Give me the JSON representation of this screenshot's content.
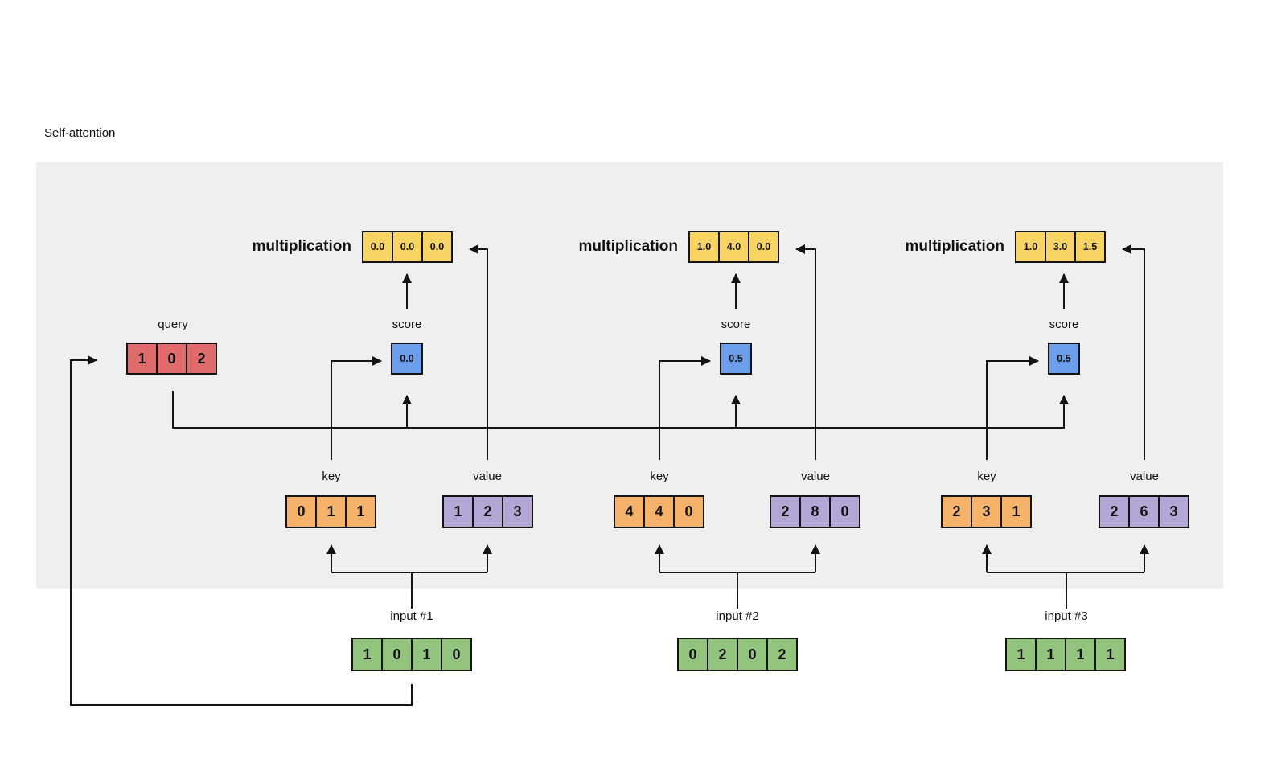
{
  "title": "Self-attention",
  "colors": {
    "panel": "#efefef",
    "yellow": "#f8d464",
    "blue": "#6d9eeb",
    "red": "#df6b6b",
    "orange": "#f5b26b",
    "purple": "#b4a7d6",
    "green": "#93c47d",
    "line": "#141414"
  },
  "query": {
    "label": "query",
    "cells": [
      "1",
      "0",
      "2"
    ]
  },
  "columns": [
    {
      "multiplication_label": "multiplication",
      "multiplication_cells": [
        "0.0",
        "0.0",
        "0.0"
      ],
      "score_label": "score",
      "score_value": "0.0",
      "key_label": "key",
      "key_cells": [
        "0",
        "1",
        "1"
      ],
      "value_label": "value",
      "value_cells": [
        "1",
        "2",
        "3"
      ],
      "input_label": "input #1",
      "input_cells": [
        "1",
        "0",
        "1",
        "0"
      ]
    },
    {
      "multiplication_label": "multiplication",
      "multiplication_cells": [
        "1.0",
        "4.0",
        "0.0"
      ],
      "score_label": "score",
      "score_value": "0.5",
      "key_label": "key",
      "key_cells": [
        "4",
        "4",
        "0"
      ],
      "value_label": "value",
      "value_cells": [
        "2",
        "8",
        "0"
      ],
      "input_label": "input #2",
      "input_cells": [
        "0",
        "2",
        "0",
        "2"
      ]
    },
    {
      "multiplication_label": "multiplication",
      "multiplication_cells": [
        "1.0",
        "3.0",
        "1.5"
      ],
      "score_label": "score",
      "score_value": "0.5",
      "key_label": "key",
      "key_cells": [
        "2",
        "3",
        "1"
      ],
      "value_label": "value",
      "value_cells": [
        "2",
        "6",
        "3"
      ],
      "input_label": "input #3",
      "input_cells": [
        "1",
        "1",
        "1",
        "1"
      ]
    }
  ]
}
